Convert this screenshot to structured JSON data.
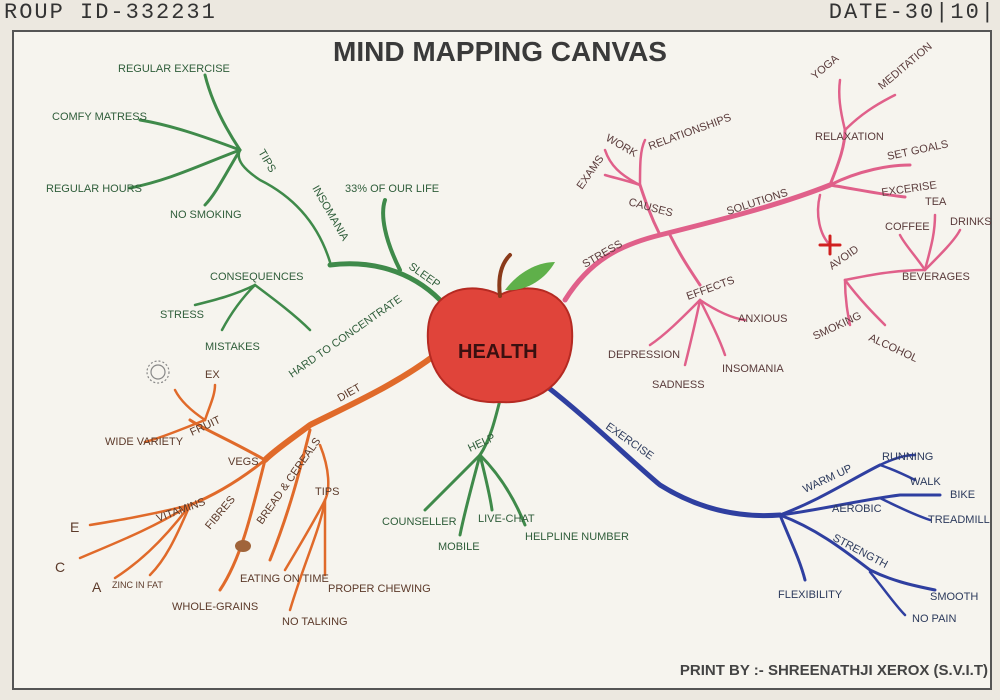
{
  "header": {
    "group_id": "ROUP ID-332231",
    "date": "DATE-30|10|"
  },
  "title": "MIND MAPPING CANVAS",
  "footer": "PRINT BY :- SHREENATHJI XEROX (S.V.I.T)",
  "center": "HEALTH",
  "colors": {
    "sleep": "#3f8a4a",
    "stress": "#e0608a",
    "diet": "#e06a2a",
    "exercise": "#2f3fa0",
    "help": "#3f8a4a",
    "apple": "#e0443a",
    "leaf": "#5fb04a",
    "stem": "#8a3a1a",
    "avoid_mark": "#d02020"
  },
  "sleep": {
    "label": "SLEEP",
    "insomania": "INSOMANIA",
    "tips": "TIPS",
    "tips_items": [
      "REGULAR EXERCISE",
      "COMFY MATRESS",
      "REGULAR HOURS",
      "NO SMOKING"
    ],
    "third": "33% OF OUR LIFE",
    "consequences": "CONSEQUENCES",
    "cons_items": [
      "STRESS",
      "MISTAKES"
    ],
    "hard": "HARD TO CONCENTRATE"
  },
  "stress": {
    "label": "STRESS",
    "causes": "CAUSES",
    "causes_items": [
      "EXAMS",
      "WORK",
      "RELATIONSHIPS"
    ],
    "effects": "EFFECTS",
    "effects_items": [
      "DEPRESSION",
      "SADNESS",
      "INSOMANIA",
      "ANXIOUS"
    ],
    "solutions": "SOLUTIONS",
    "relaxation": "RELAXATION",
    "relax_items": [
      "YOGA",
      "MEDITATION"
    ],
    "set_goals": "SET GOALS",
    "excerise": "EXCERISE",
    "avoid": "AVOID",
    "beverages": "BEVERAGES",
    "bev_items": [
      "COFFEE",
      "TEA",
      "DRINKS"
    ],
    "smoking": "SMOKING",
    "alcohol": "ALCOHOL"
  },
  "diet": {
    "label": "DIET",
    "fruit": "FRUIT",
    "fruit_items": [
      "EX",
      "WIDE VARIETY"
    ],
    "vegs": "VEGS",
    "vitamins": "VITAMINS",
    "vitamin_items": [
      "E",
      "C",
      "A"
    ],
    "zinc": "ZINC IN FAT",
    "fibres": "FIBRES",
    "bread": "BREAD & CEREALS",
    "whole": "WHOLE-GRAINS",
    "tips": "TIPS",
    "tips_items": [
      "EATING ON TIME",
      "PROPER CHEWING",
      "NO TALKING"
    ]
  },
  "help": {
    "label": "HELP",
    "items": [
      "COUNSELLER",
      "MOBILE",
      "LIVE-CHAT",
      "HELPLINE NUMBER"
    ]
  },
  "exercise": {
    "label": "EXERCISE",
    "warmup": "WARM UP",
    "warmup_items": [
      "RUNNING",
      "WALK"
    ],
    "aerobic": "AEROBIC",
    "aerobic_items": [
      "BIKE",
      "TREADMILL"
    ],
    "strength": "STRENGTH",
    "strength_items": [
      "SMOOTH",
      "NO PAIN"
    ],
    "flexibility": "FLEXIBILITY"
  }
}
